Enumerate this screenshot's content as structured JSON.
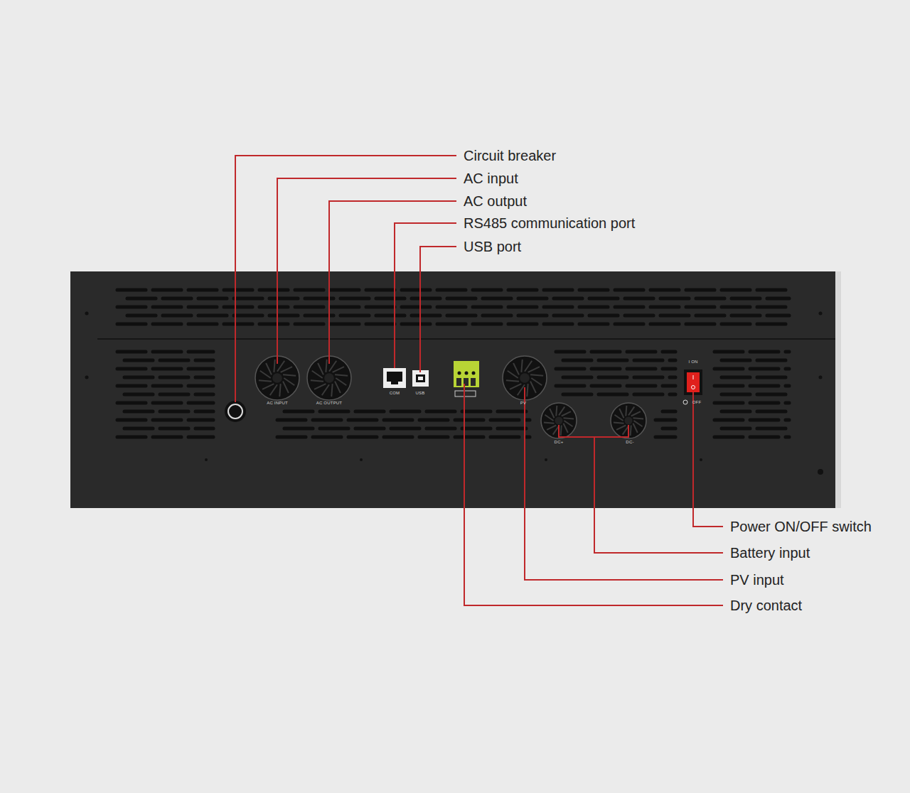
{
  "diagram": {
    "labels": [
      "Circuit breaker",
      "AC input",
      "AC output",
      "RS485 communication port",
      "USB port",
      "Power ON/OFF switch",
      "Battery input",
      "PV input",
      "Dry contact",
      "AC INPUT",
      "AC OUTPUT",
      "COM",
      "USB",
      "PV",
      "DC+",
      "DC-",
      "I ON",
      "OFF"
    ]
  }
}
